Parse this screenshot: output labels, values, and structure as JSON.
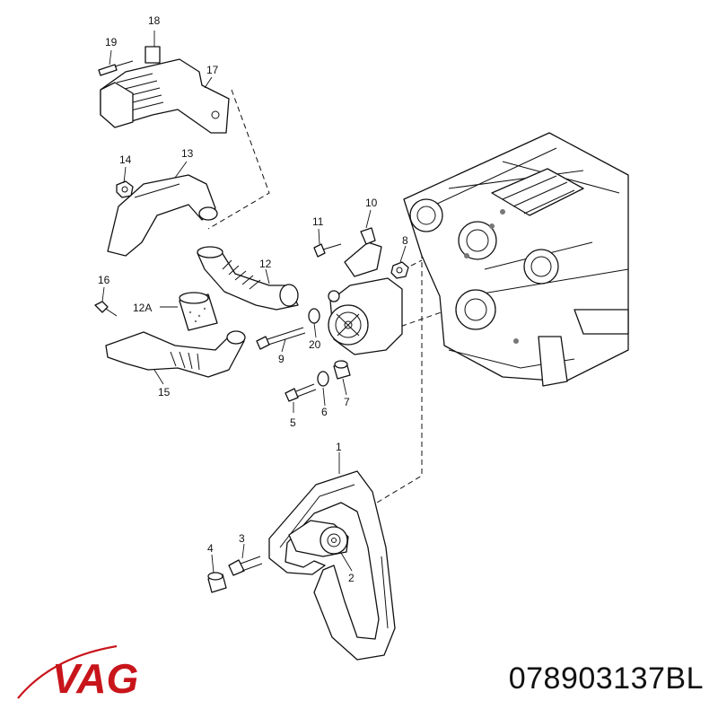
{
  "diagram": {
    "callouts": {
      "c1": "1",
      "c2": "2",
      "c3": "3",
      "c4": "4",
      "c5": "5",
      "c6": "6",
      "c7": "7",
      "c8": "8",
      "c9": "9",
      "c10": "10",
      "c11": "11",
      "c12": "12",
      "c12a": "12A",
      "c13": "13",
      "c14": "14",
      "c15": "15",
      "c16": "16",
      "c17": "17",
      "c18": "18",
      "c19": "19",
      "c20": "20"
    }
  },
  "brand": {
    "logo_text": "VAG",
    "color": "#c8151b"
  },
  "part_number": "078903137BL"
}
